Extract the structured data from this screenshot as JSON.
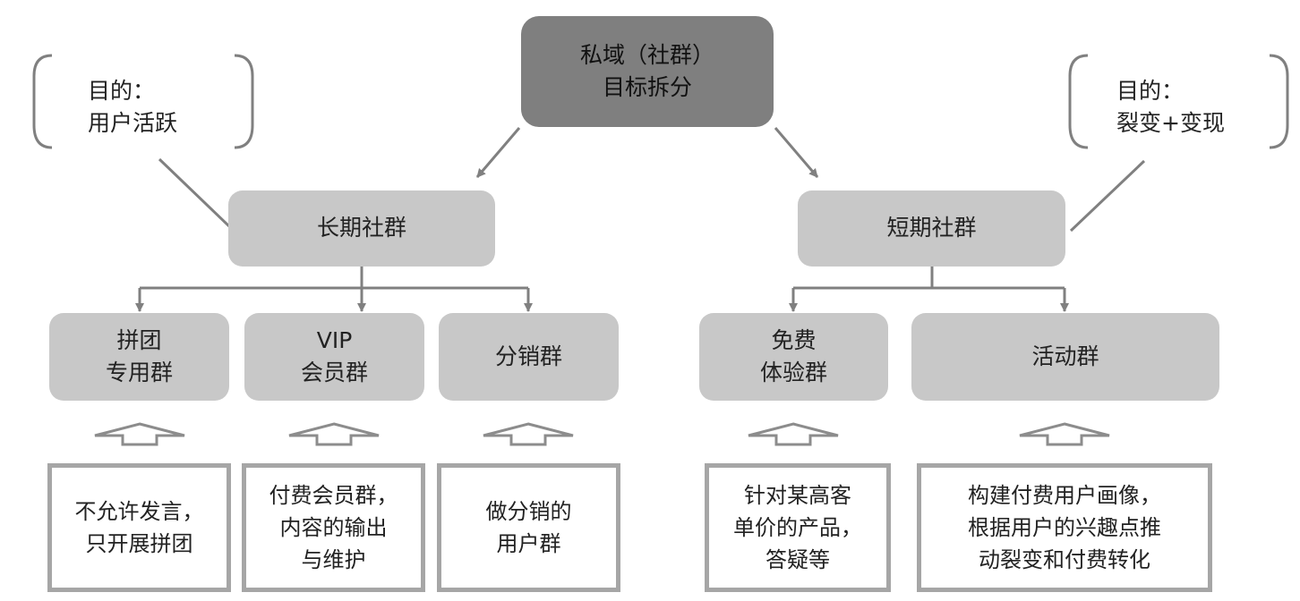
{
  "root": {
    "line1": "私域（社群）",
    "line2": "目标拆分"
  },
  "left_goal": {
    "line1": "目的：",
    "line2": "用户活跃"
  },
  "right_goal": {
    "line1": "目的：",
    "line2": "裂变+变现"
  },
  "long_term": {
    "label": "长期社群"
  },
  "short_term": {
    "label": "短期社群"
  },
  "groups": [
    {
      "line1": "拼团",
      "line2": "专用群"
    },
    {
      "line1": "VIP",
      "line2": "会员群"
    },
    {
      "line1": "分销群",
      "line2": ""
    },
    {
      "line1": "免费",
      "line2": "体验群"
    },
    {
      "line1": "活动群",
      "line2": ""
    }
  ],
  "descriptions": [
    {
      "line1": "不允许发言，",
      "line2": "只开展拼团",
      "line3": ""
    },
    {
      "line1": "付费会员群，",
      "line2": "内容的输出",
      "line3": "与维护"
    },
    {
      "line1": "做分销的",
      "line2": "用户群",
      "line3": ""
    },
    {
      "line1": "针对某高客",
      "line2": "单价的产品，",
      "line3": "答疑等"
    },
    {
      "line1": "构建付费用户画像，",
      "line2": "根据用户的兴趣点推",
      "line3": "动裂变和付费转化"
    }
  ],
  "colors": {
    "root": "#7f7f7f",
    "box": "#c8c8c8",
    "line": "#808080",
    "desc_border": "#a6a6a6"
  }
}
